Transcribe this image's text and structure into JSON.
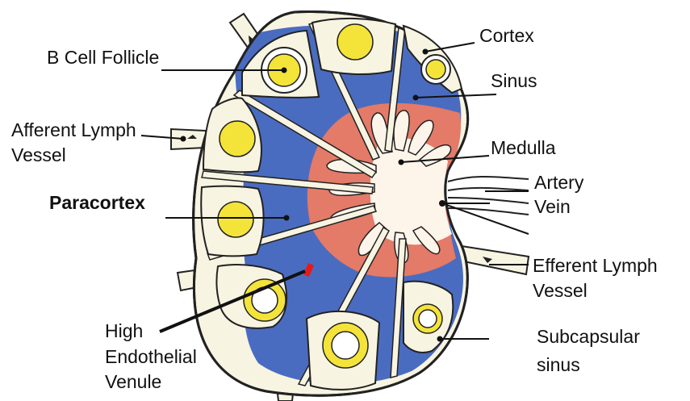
{
  "labels": {
    "b_cell_follicle": "B Cell Follicle",
    "cortex": "Cortex",
    "sinus": "Sinus",
    "afferent_line1": "Afferent Lymph",
    "afferent_line2": "Vessel",
    "medulla": "Medulla",
    "artery": "Artery",
    "vein": "Vein",
    "paracortex": "Paracortex",
    "efferent_line1": "Efferent Lymph",
    "efferent_line2": "Vessel",
    "hev_line1": "High",
    "hev_line2": "Endothelial",
    "hev_line3": "Venule",
    "subcapsular_line1": "Subcapsular",
    "subcapsular_line2": "sinus"
  },
  "colors": {
    "paracortex_blue": "#4a6cc0",
    "medulla_salmon": "#e47a68",
    "follicle_yellow": "#f4e43a",
    "capsule_cream": "#f8f4e2",
    "hilum_cream": "#fdf4ea",
    "hev_red": "#e8191a",
    "outline": "#222222"
  }
}
